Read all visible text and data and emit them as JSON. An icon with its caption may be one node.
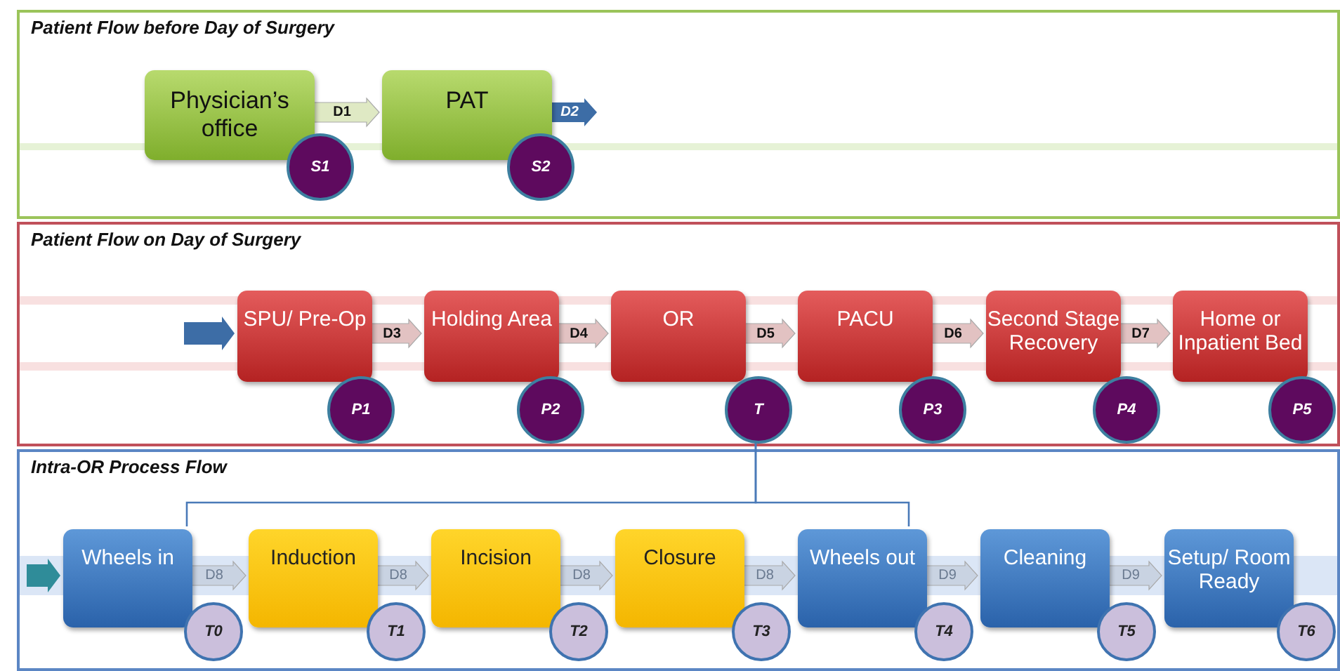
{
  "diagram": {
    "nodes": [
      {
        "text": [
          "Patient Flow before Day of Surgery"
        ]
      },
      {
        "text": [
          "Physician’s office"
        ],
        "in": 0
      },
      {
        "text": [
          "PAT"
        ],
        "in": 0
      },
      {
        "text": [
          "S1"
        ],
        "in": 0
      },
      {
        "text": [
          "S2"
        ],
        "in": 0
      },
      {
        "text": [
          "Patient Flow on Day of Surgery"
        ]
      },
      {
        "text": [
          "SPU/ Pre-Op"
        ],
        "in": 5
      },
      {
        "text": [
          "Holding Area"
        ],
        "in": 5
      },
      {
        "text": [
          "OR"
        ],
        "in": 5
      },
      {
        "text": [
          "PACU"
        ],
        "in": 5
      },
      {
        "text": [
          "Second Stage Recovery"
        ],
        "in": 5
      },
      {
        "text": [
          "Home or Inpatient Bed"
        ],
        "in": 5
      },
      {
        "text": [
          "P1"
        ],
        "in": 5
      },
      {
        "text": [
          "P2"
        ],
        "in": 5
      },
      {
        "text": [
          "T"
        ],
        "in": 5
      },
      {
        "text": [
          "P3"
        ],
        "in": 5
      },
      {
        "text": [
          "P4"
        ],
        "in": 5
      },
      {
        "text": [
          "P5"
        ],
        "in": 5
      },
      {
        "text": [
          "Intra-OR Process Flow"
        ]
      },
      {
        "text": [
          "Wheels in"
        ],
        "in": 18
      },
      {
        "text": [
          "Induction"
        ],
        "in": 18
      },
      {
        "text": [
          "Incision"
        ],
        "in": 18
      },
      {
        "text": [
          "Closure"
        ],
        "in": 18
      },
      {
        "text": [
          "Wheels out"
        ],
        "in": 18
      },
      {
        "text": [
          "Cleaning"
        ],
        "in": 18
      },
      {
        "text": [
          "Setup/ Room Ready"
        ],
        "in": 18
      },
      {
        "text": [
          "T0"
        ],
        "in": 18
      },
      {
        "text": [
          "T1"
        ],
        "in": 18
      },
      {
        "text": [
          "T2"
        ],
        "in": 18
      },
      {
        "text": [
          "T3"
        ],
        "in": 18
      },
      {
        "text": [
          "T4"
        ],
        "in": 18
      },
      {
        "text": [
          "T5"
        ],
        "in": 18
      },
      {
        "text": [
          "T6"
        ],
        "in": 18
      }
    ],
    "edges": [
      {
        "from": 1,
        "to": 2,
        "arrow": "to",
        "label": "D1"
      },
      {
        "from": 2,
        "to": null,
        "arrow": "to",
        "label": "D2",
        "color": "#3d6da6"
      },
      {
        "from": null,
        "to": 6,
        "arrow": "to",
        "color": "#3d6da6"
      },
      {
        "from": 6,
        "to": 7,
        "arrow": "to",
        "label": "D3"
      },
      {
        "from": 7,
        "to": 8,
        "arrow": "to",
        "label": "D4"
      },
      {
        "from": 8,
        "to": 9,
        "arrow": "to",
        "label": "D5"
      },
      {
        "from": 9,
        "to": 10,
        "arrow": "to",
        "label": "D6"
      },
      {
        "from": 10,
        "to": 11,
        "arrow": "to",
        "label": "D7"
      },
      {
        "from": 14,
        "to": 19,
        "arrow": "none"
      },
      {
        "from": 14,
        "to": 23,
        "arrow": "none"
      },
      {
        "from": null,
        "to": 19,
        "arrow": "to",
        "color": "#2f8c99"
      },
      {
        "from": 19,
        "to": 20,
        "arrow": "to",
        "label": "D8"
      },
      {
        "from": 20,
        "to": 21,
        "arrow": "to",
        "label": "D8"
      },
      {
        "from": 21,
        "to": 22,
        "arrow": "to",
        "label": "D8"
      },
      {
        "from": 22,
        "to": 23,
        "arrow": "to",
        "label": "D8"
      },
      {
        "from": 23,
        "to": 24,
        "arrow": "to",
        "label": "D9"
      },
      {
        "from": 24,
        "to": 25,
        "arrow": "to",
        "label": "D9"
      }
    ]
  }
}
